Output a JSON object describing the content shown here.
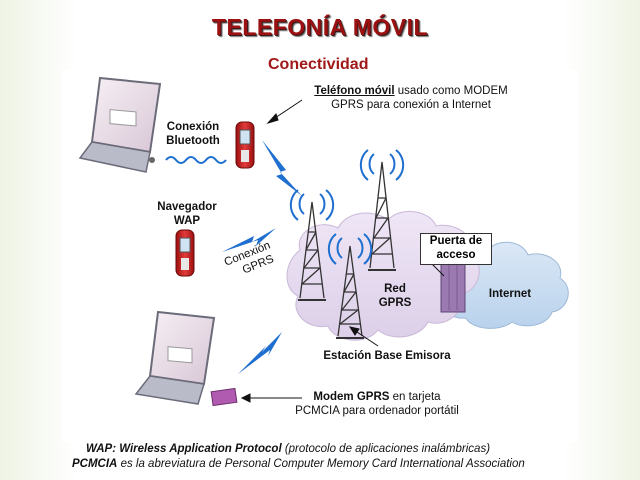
{
  "title": "TELEFONÍA MÓVIL",
  "subtitle": "Conectividad",
  "labels": {
    "bluetooth": [
      "Conexión",
      "Bluetooth"
    ],
    "wap_browser": [
      "Navegador",
      "WAP"
    ],
    "gprs_connection": [
      "Conexión",
      "GPRS"
    ],
    "gprs_network": [
      "Red",
      "GPRS"
    ],
    "internet": "Internet",
    "gateway": [
      "Puerta de",
      "acceso"
    ],
    "base_station": "Estación Base Emisora",
    "phone_modem_bold": "Teléfono móvil",
    "phone_modem_rest1": " usado como MODEM",
    "phone_modem_line2": "GPRS para conexión a Internet",
    "pcmcia_bold": "Modem GPRS",
    "pcmcia_rest1": " en tarjeta",
    "pcmcia_line2": "PCMCIA para ordenador portátil"
  },
  "footnotes": {
    "wap_bold": "WAP: Wireless Application Protocol",
    "wap_rest": " (protocolo de aplicaciones inalámbricas)",
    "pcmcia_bold": "PCMCIA",
    "pcmcia_rest": " es la abreviatura de Personal Computer Memory Card International Association"
  },
  "colors": {
    "title": "#9b1010",
    "cloud_network": "#e6dcef",
    "cloud_internet": "#c7dcf0",
    "signal": "#1e6fd0",
    "phone": "#c81e1e",
    "gateway_building": "#9a7ab0"
  }
}
